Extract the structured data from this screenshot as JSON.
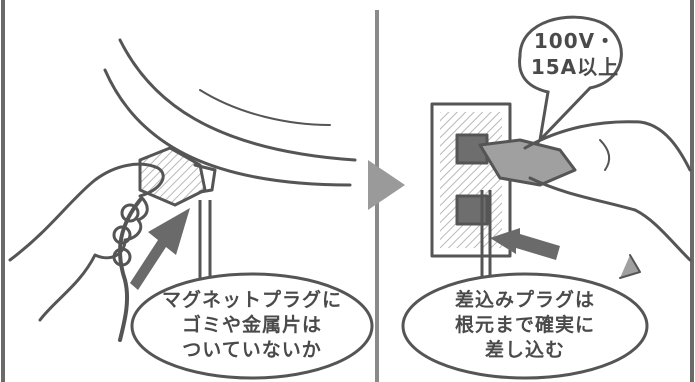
{
  "left_panel": {
    "callout": {
      "lines": [
        "マグネットプラグに",
        "ゴミや金属片は",
        "ついていないか"
      ]
    }
  },
  "right_panel": {
    "voltage_bubble": {
      "lines": [
        "100V・",
        "15A以上"
      ]
    },
    "callout": {
      "lines": [
        "差込みプラグは",
        "根元まで確実に",
        "差し込む"
      ]
    }
  },
  "colors": {
    "line": "#6a6a6a",
    "arrow": "#6a6a6a",
    "divider": "#8a8a8a",
    "next_arrow": "#9a9a9a",
    "socket": "#6e6e6e",
    "plug": "#a0a0a0",
    "hatch": "#b8b8b8"
  },
  "icons": [
    "magnetic-plug-icon",
    "wall-outlet-icon",
    "power-plug-icon",
    "next-step-arrow-icon"
  ]
}
